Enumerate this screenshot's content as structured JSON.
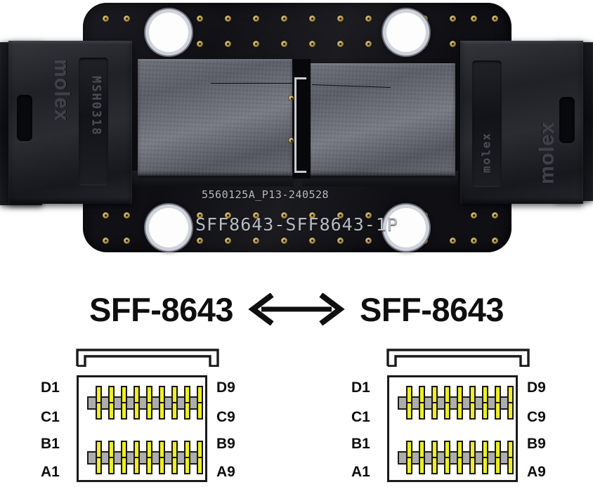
{
  "product_photo": {
    "alt_name": "sff-8643-to-sff-8643-adapter-board",
    "board_silkscreen": {
      "part_code": "5560125A_P13-240528",
      "model": "SFF8643-SFF8643-1P"
    },
    "connector_left": {
      "brand": "molex",
      "marking": "MSH0318"
    },
    "connector_right": {
      "brand": "molex",
      "marking": "molex"
    },
    "colors": {
      "pcb": "#101015",
      "gold_via": "#b59a4a",
      "silkscreen": "#b9bcc4",
      "shell": "#24262c",
      "grey_block": "#6d707a"
    }
  },
  "title": {
    "left": "SFF-8643",
    "arrow": "<——>",
    "right": "SFF-8643"
  },
  "pinout": {
    "colors": {
      "pin": "#efef22",
      "pin_outline": "#161616",
      "bar": "#adadad",
      "body_outline": "#1a1a1a",
      "label": "#0d0d0d"
    },
    "pins_per_row": 9,
    "diagrams": [
      {
        "name": "connector-a",
        "labels_left": [
          "D1",
          "C1",
          "B1",
          "A1"
        ],
        "labels_right": [
          "D9",
          "C9",
          "B9",
          "A9"
        ],
        "rows": [
          {
            "id": "D",
            "start": "D1",
            "end": "D9"
          },
          {
            "id": "C",
            "start": "C1",
            "end": "C9"
          },
          {
            "id": "B",
            "start": "B1",
            "end": "B9"
          },
          {
            "id": "A",
            "start": "A1",
            "end": "A9"
          }
        ]
      },
      {
        "name": "connector-b",
        "labels_left": [
          "D1",
          "C1",
          "B1",
          "A1"
        ],
        "labels_right": [
          "D9",
          "C9",
          "B9",
          "A9"
        ],
        "rows": [
          {
            "id": "D",
            "start": "D1",
            "end": "D9"
          },
          {
            "id": "C",
            "start": "C1",
            "end": "C9"
          },
          {
            "id": "B",
            "start": "B1",
            "end": "B9"
          },
          {
            "id": "A",
            "start": "A1",
            "end": "A9"
          }
        ]
      }
    ]
  }
}
